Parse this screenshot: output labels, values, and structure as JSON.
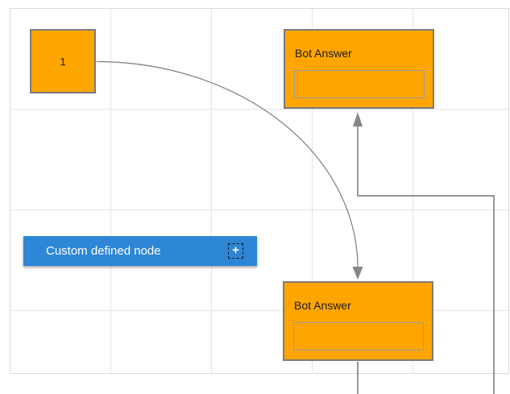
{
  "diagram": {
    "nodes": {
      "start": {
        "label": "1"
      },
      "bot_answer_top": {
        "title": "Bot Answer",
        "input_value": ""
      },
      "bot_answer_bottom": {
        "title": "Bot Answer",
        "input_value": ""
      },
      "custom_defined": {
        "label": "Custom defined node",
        "add_icon": "+"
      }
    },
    "colors": {
      "node_fill": "#FFA500",
      "node_border": "#7C7C7C",
      "node_text": "#1B1B1B",
      "input_border": "#9A9A9A",
      "custom_node_fill": "#2D86D6",
      "custom_node_text": "#FFFFFF",
      "connector": "#868686",
      "grid_line": "#E4E4E4",
      "canvas_border": "#D9D9D9",
      "canvas_bg": "#FFFFFF"
    }
  }
}
